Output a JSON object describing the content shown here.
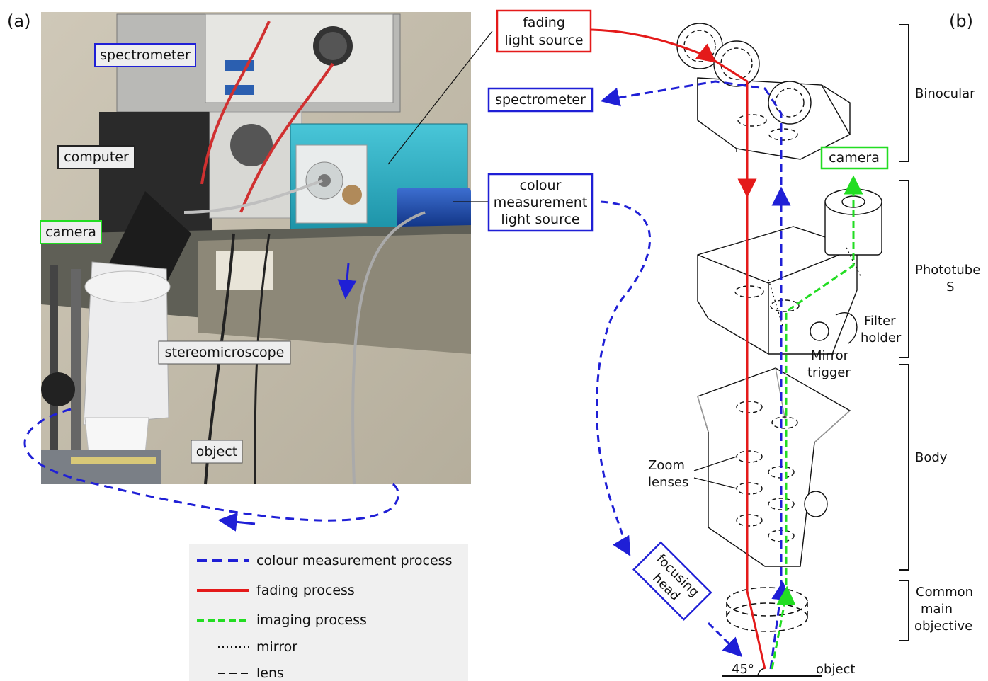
{
  "panel_a": {
    "tag": "(a)",
    "labels": {
      "spectrometer": "spectrometer",
      "computer": "computer",
      "camera": "camera",
      "stereomicroscope": "stereomicroscope",
      "object": "object"
    }
  },
  "panel_b": {
    "tag": "(b)",
    "sources": {
      "fading_light_source": [
        "fading",
        "light source"
      ],
      "spectrometer": "spectrometer",
      "colour_light_source": [
        "colour",
        "measurement",
        "light source"
      ],
      "camera": "camera",
      "focusing_head": [
        "focusing",
        "head"
      ]
    },
    "parts": {
      "binocular": "Binocular",
      "phototube": [
        "Phototube",
        "S"
      ],
      "filter_holder": [
        "Filter",
        "holder"
      ],
      "mirror_trigger": [
        "Mirror",
        "trigger"
      ],
      "zoom_lenses": [
        "Zoom",
        "lenses"
      ],
      "body": "Body",
      "objective": [
        "Common",
        "main",
        "objective"
      ],
      "angle": "45°",
      "object": "object"
    }
  },
  "legend": {
    "items": [
      {
        "label": "colour measurement process",
        "style": "blue-dashed"
      },
      {
        "label": "fading process",
        "style": "red-solid"
      },
      {
        "label": "imaging process",
        "style": "green-dashed"
      },
      {
        "label": "mirror",
        "style": "dotted"
      },
      {
        "label": "lens",
        "style": "black-dashed"
      }
    ]
  },
  "colors": {
    "colour_measurement": "#1f1fd6",
    "fading": "#e41a1a",
    "imaging": "#22dd22",
    "outline": "#111111",
    "legend_bg": "#f0f0f0"
  }
}
